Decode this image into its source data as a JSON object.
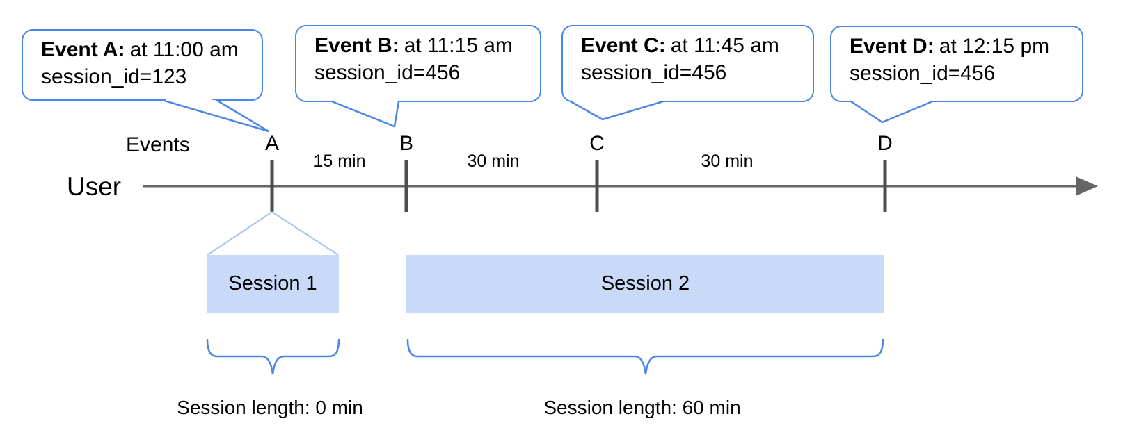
{
  "diagram": {
    "events_label": "Events",
    "user_label": "User",
    "bubbles": [
      {
        "letter": "A",
        "title": "Event A:",
        "time": "at 11:00 am",
        "session_id": "session_id=123"
      },
      {
        "letter": "B",
        "title": "Event B:",
        "time": "at 11:15 am",
        "session_id": "session_id=456"
      },
      {
        "letter": "C",
        "title": "Event C:",
        "time": "at 11:45 am",
        "session_id": "session_id=456"
      },
      {
        "letter": "D",
        "title": "Event D:",
        "time": "at 12:15 pm",
        "session_id": "session_id=456"
      }
    ],
    "intervals": [
      "15 min",
      "30 min",
      "30 min"
    ],
    "sessions": [
      {
        "label": "Session 1",
        "length_label": "Session length: 0 min"
      },
      {
        "label": "Session 2",
        "length_label": "Session length: 60 min"
      }
    ],
    "colors": {
      "bubble_border": "#4a86e8",
      "brace": "#4a86e8",
      "session_fill": "#c9daf8",
      "funnel_line": "#a4c2f4",
      "timeline": "#666666",
      "tick": "#4d4d4d",
      "text": "#000000"
    }
  }
}
